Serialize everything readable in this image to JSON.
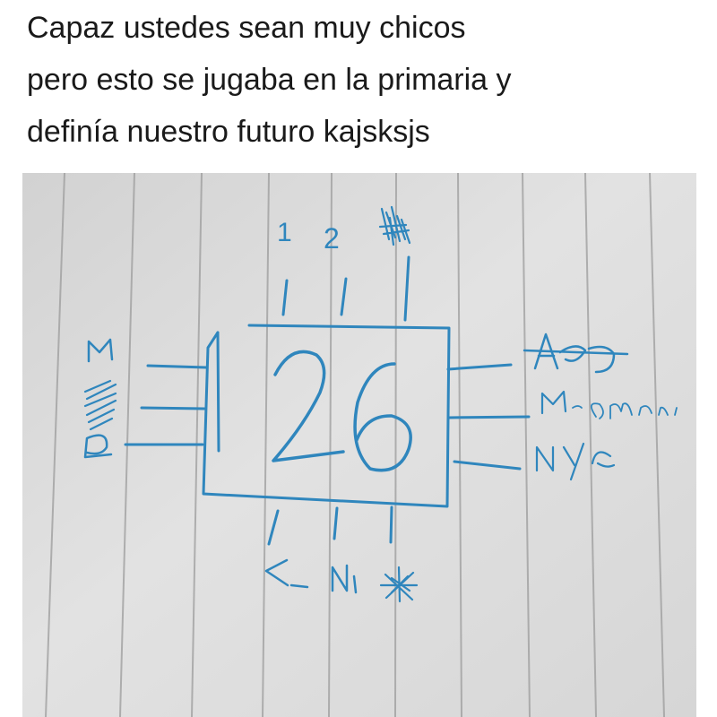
{
  "post": {
    "caption_lines": [
      "Capaz ustedes sean muy chicos",
      "pero esto se jugaba en la primaria y",
      "definía nuestro futuro kajsksjs"
    ]
  },
  "photo": {
    "center_number": "26",
    "top_labels": [
      "1",
      "2"
    ],
    "left_letters": [
      "M",
      "P"
    ],
    "right_labels": [
      "M.am..",
      "Ny.c"
    ],
    "bottom_labels": [
      "<",
      "Ni"
    ],
    "ink_color": "#2f86bd",
    "paper_color": "#dcdcdc",
    "rule_color": "#9c9c9c"
  }
}
